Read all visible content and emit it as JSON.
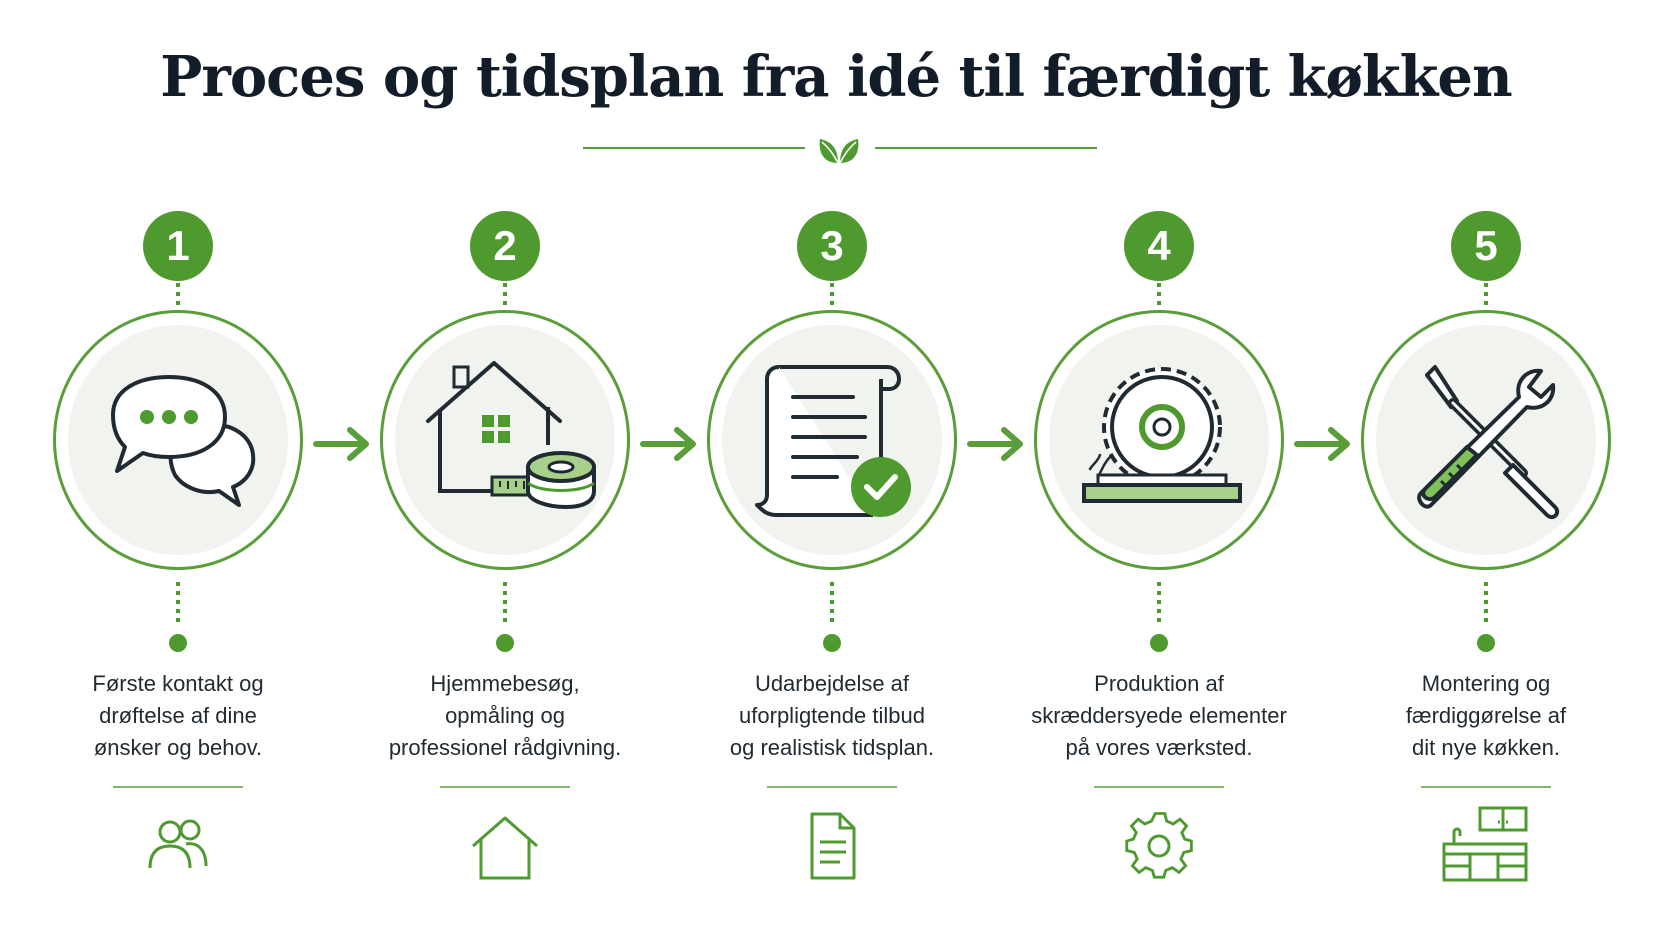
{
  "title": "Proces og tidsplan fra idé til færdigt køkken",
  "colors": {
    "accent": "#4e9a2f",
    "accent_light": "#7fb564",
    "title": "#131d29",
    "circle_fill": "#f1f3ee"
  },
  "steps": [
    {
      "number": "1",
      "icon": "speech-bubbles-icon",
      "small_icon": "people-icon",
      "lines": [
        "Første kontakt og",
        "drøftelse af dine",
        "ønsker og behov."
      ]
    },
    {
      "number": "2",
      "icon": "house-measuring-tape-icon",
      "small_icon": "house-outline-icon",
      "lines": [
        "Hjemmebesøg,",
        "opmåling og",
        "professionel rådgivning."
      ]
    },
    {
      "number": "3",
      "icon": "document-checkmark-icon",
      "small_icon": "document-icon",
      "lines": [
        "Udarbejdelse af",
        "uforpligtende tilbud",
        "og realistisk tidsplan."
      ]
    },
    {
      "number": "4",
      "icon": "circular-saw-icon",
      "small_icon": "gear-icon",
      "lines": [
        "Produktion af",
        "skræddersyede elementer",
        "på vores værksted."
      ]
    },
    {
      "number": "5",
      "icon": "screwdriver-wrench-icon",
      "small_icon": "kitchen-cabinets-icon",
      "lines": [
        "Montering og",
        "færdiggørelse af",
        "dit nye køkken."
      ]
    }
  ]
}
